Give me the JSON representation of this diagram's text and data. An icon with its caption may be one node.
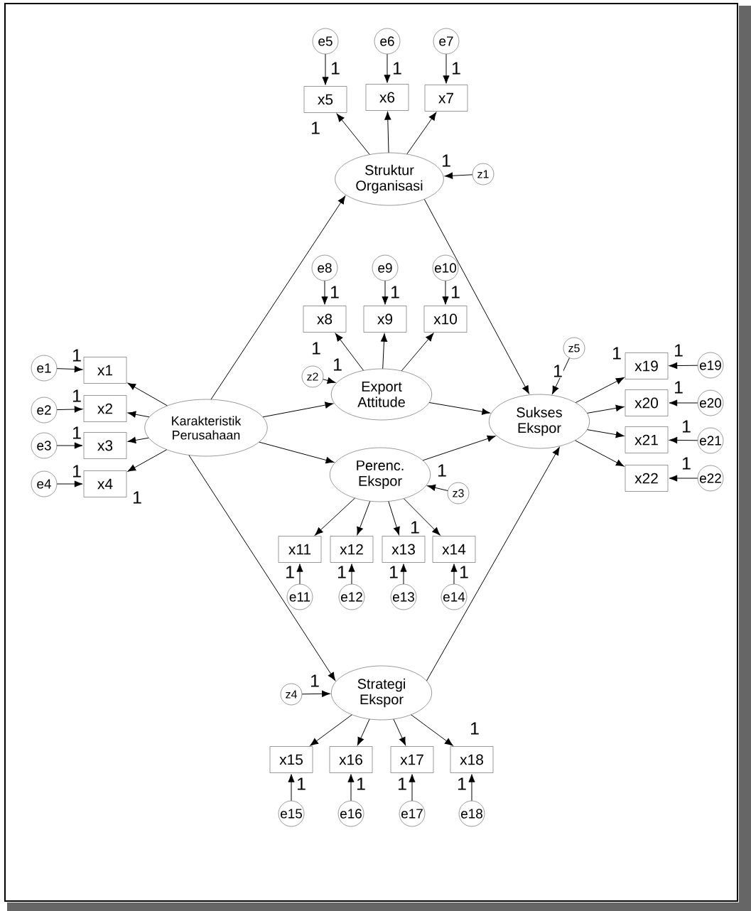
{
  "diagram": {
    "nodes": [
      {
        "text": [
          "e5"
        ]
      },
      {
        "text": [
          "e6"
        ]
      },
      {
        "text": [
          "e7"
        ]
      },
      {
        "text": [
          "x5"
        ]
      },
      {
        "text": [
          "x6"
        ]
      },
      {
        "text": [
          "x7"
        ]
      },
      {
        "text": [
          "Struktur Organisasi"
        ]
      },
      {
        "text": [
          "z1"
        ]
      },
      {
        "text": [
          "e8"
        ]
      },
      {
        "text": [
          "e9"
        ]
      },
      {
        "text": [
          "e10"
        ]
      },
      {
        "text": [
          "x8"
        ]
      },
      {
        "text": [
          "x9"
        ]
      },
      {
        "text": [
          "x10"
        ]
      },
      {
        "text": [
          "z5"
        ]
      },
      {
        "text": [
          "e1"
        ]
      },
      {
        "text": [
          "x1"
        ]
      },
      {
        "text": [
          "z2"
        ]
      },
      {
        "text": [
          "x19"
        ]
      },
      {
        "text": [
          "e19"
        ]
      },
      {
        "text": [
          "Export Attitude"
        ]
      },
      {
        "text": [
          "x20"
        ]
      },
      {
        "text": [
          "e20"
        ]
      },
      {
        "text": [
          "e2"
        ]
      },
      {
        "text": [
          "x2"
        ]
      },
      {
        "text": [
          "Karakteristik Perusahaan"
        ]
      },
      {
        "text": [
          "Sukses Ekspor"
        ]
      },
      {
        "text": [
          "x21"
        ]
      },
      {
        "text": [
          "e21"
        ]
      },
      {
        "text": [
          "e3"
        ]
      },
      {
        "text": [
          "x3"
        ]
      },
      {
        "text": [
          "Perenc. Ekspor"
        ]
      },
      {
        "text": [
          "x22"
        ]
      },
      {
        "text": [
          "e22"
        ]
      },
      {
        "text": [
          "z3"
        ]
      },
      {
        "text": [
          "e4"
        ]
      },
      {
        "text": [
          "x4"
        ]
      },
      {
        "text": [
          "x11"
        ]
      },
      {
        "text": [
          "x12"
        ]
      },
      {
        "text": [
          "x13"
        ]
      },
      {
        "text": [
          "x14"
        ]
      },
      {
        "text": [
          "e11"
        ]
      },
      {
        "text": [
          "e12"
        ]
      },
      {
        "text": [
          "e13"
        ]
      },
      {
        "text": [
          "e14"
        ]
      },
      {
        "text": [
          "z4"
        ]
      },
      {
        "text": [
          "Strategi Ekspor"
        ]
      },
      {
        "text": [
          "x15"
        ]
      },
      {
        "text": [
          "x16"
        ]
      },
      {
        "text": [
          "x17"
        ]
      },
      {
        "text": [
          "x18"
        ]
      },
      {
        "text": [
          "e15"
        ]
      },
      {
        "text": [
          "e16"
        ]
      },
      {
        "text": [
          "e17"
        ]
      },
      {
        "text": [
          "e18"
        ]
      }
    ],
    "edges": [
      {
        "from": 6,
        "to": 3,
        "arrow": "to",
        "label": "1"
      },
      {
        "from": 6,
        "to": 4,
        "arrow": "to"
      },
      {
        "from": 6,
        "to": 5,
        "arrow": "to"
      },
      {
        "from": 0,
        "to": 3,
        "arrow": "to",
        "label": "1"
      },
      {
        "from": 1,
        "to": 4,
        "arrow": "to",
        "label": "1"
      },
      {
        "from": 2,
        "to": 5,
        "arrow": "to",
        "label": "1"
      },
      {
        "from": 7,
        "to": 6,
        "arrow": "to",
        "label": "1"
      },
      {
        "from": 25,
        "to": 6,
        "arrow": "to"
      },
      {
        "from": 6,
        "to": 26,
        "arrow": "to"
      },
      {
        "from": 8,
        "to": 11,
        "arrow": "to",
        "label": "1"
      },
      {
        "from": 9,
        "to": 12,
        "arrow": "to",
        "label": "1"
      },
      {
        "from": 10,
        "to": 13,
        "arrow": "to",
        "label": "1"
      },
      {
        "from": 20,
        "to": 11,
        "arrow": "to",
        "label": "1"
      },
      {
        "from": 20,
        "to": 12,
        "arrow": "to"
      },
      {
        "from": 20,
        "to": 13,
        "arrow": "to"
      },
      {
        "from": 17,
        "to": 20,
        "arrow": "to",
        "label": "1"
      },
      {
        "from": 25,
        "to": 20,
        "arrow": "to"
      },
      {
        "from": 20,
        "to": 26,
        "arrow": "to"
      },
      {
        "from": 25,
        "to": 16,
        "arrow": "to"
      },
      {
        "from": 25,
        "to": 24,
        "arrow": "to"
      },
      {
        "from": 25,
        "to": 30,
        "arrow": "to"
      },
      {
        "from": 25,
        "to": 36,
        "arrow": "to",
        "label": "1"
      },
      {
        "from": 15,
        "to": 16,
        "arrow": "to",
        "label": "1"
      },
      {
        "from": 23,
        "to": 24,
        "arrow": "to",
        "label": "1"
      },
      {
        "from": 29,
        "to": 30,
        "arrow": "to",
        "label": "1"
      },
      {
        "from": 35,
        "to": 36,
        "arrow": "to",
        "label": "1"
      },
      {
        "from": 25,
        "to": 31,
        "arrow": "to"
      },
      {
        "from": 31,
        "to": 26,
        "arrow": "to"
      },
      {
        "from": 34,
        "to": 31,
        "arrow": "to",
        "label": "1"
      },
      {
        "from": 31,
        "to": 37,
        "arrow": "to"
      },
      {
        "from": 31,
        "to": 38,
        "arrow": "to"
      },
      {
        "from": 31,
        "to": 39,
        "arrow": "to",
        "label": "1"
      },
      {
        "from": 31,
        "to": 40,
        "arrow": "to"
      },
      {
        "from": 41,
        "to": 37,
        "arrow": "to",
        "label": "1"
      },
      {
        "from": 42,
        "to": 38,
        "arrow": "to",
        "label": "1"
      },
      {
        "from": 43,
        "to": 39,
        "arrow": "to",
        "label": "1"
      },
      {
        "from": 44,
        "to": 40,
        "arrow": "to",
        "label": "1"
      },
      {
        "from": 25,
        "to": 46,
        "arrow": "to"
      },
      {
        "from": 46,
        "to": 26,
        "arrow": "to"
      },
      {
        "from": 45,
        "to": 46,
        "arrow": "to",
        "label": "1"
      },
      {
        "from": 46,
        "to": 47,
        "arrow": "to"
      },
      {
        "from": 46,
        "to": 48,
        "arrow": "to"
      },
      {
        "from": 46,
        "to": 49,
        "arrow": "to"
      },
      {
        "from": 46,
        "to": 50,
        "arrow": "to",
        "label": "1"
      },
      {
        "from": 51,
        "to": 47,
        "arrow": "to",
        "label": "1"
      },
      {
        "from": 52,
        "to": 48,
        "arrow": "to",
        "label": "1"
      },
      {
        "from": 53,
        "to": 49,
        "arrow": "to",
        "label": "1"
      },
      {
        "from": 54,
        "to": 50,
        "arrow": "to",
        "label": "1"
      },
      {
        "from": 14,
        "to": 26,
        "arrow": "to",
        "label": "1"
      },
      {
        "from": 26,
        "to": 18,
        "arrow": "to",
        "label": "1"
      },
      {
        "from": 26,
        "to": 21,
        "arrow": "to"
      },
      {
        "from": 26,
        "to": 27,
        "arrow": "to"
      },
      {
        "from": 26,
        "to": 32,
        "arrow": "to"
      },
      {
        "from": 19,
        "to": 18,
        "arrow": "to",
        "label": "1"
      },
      {
        "from": 22,
        "to": 21,
        "arrow": "to",
        "label": "1"
      },
      {
        "from": 28,
        "to": 27,
        "arrow": "to",
        "label": "1"
      },
      {
        "from": 33,
        "to": 32,
        "arrow": "to",
        "label": "1"
      }
    ]
  }
}
